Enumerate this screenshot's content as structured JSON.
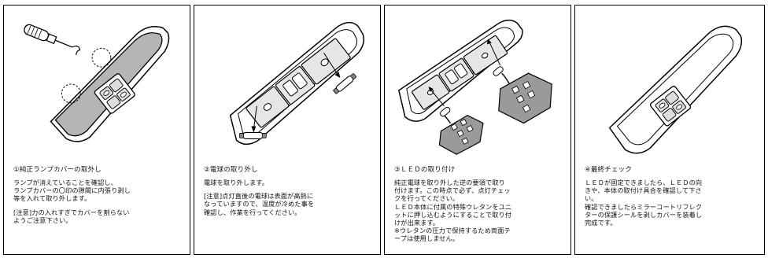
{
  "panels": [
    {
      "title": "①純正ランプカバーの取外し",
      "lines": [
        "ランプが消えていることを確認し、",
        "ランプカバーの〇印の隙間に内張り剥し",
        "等を入れて取り外します。"
      ],
      "note_lines": [
        "[注意]力の入れすぎでカバーを割らない",
        "ようご注意下さい。"
      ]
    },
    {
      "title": "②電球の取り外し",
      "lines": [
        "電球を取り外します。"
      ],
      "note_lines": [
        "[注意]点灯直後の電球は表面が高熱に",
        "なっていますので、温度が冷めた事を",
        "確認し、作業を行ってください。"
      ]
    },
    {
      "title": "③ＬＥＤの取り付け",
      "lines": [
        "純正電球を取り外した逆の要領で取り",
        "付けます。この時点で必ず、点灯チェッ",
        "クを行ってください。",
        "ＬＥＤ本体に付属の特殊ウレタンをユニ",
        "ットに押し込むようにすることで取り付",
        "けが出来ます。",
        "※ウレタンの圧力で保持するため両面テ",
        "ープは使用しません。"
      ],
      "note_lines": []
    },
    {
      "title": "④最終チェック",
      "lines": [
        "ＬＥＤが固定できましたら、ＬＥＤの向",
        "きや、本体の取付け具合を確認して下さ",
        "い。",
        "確認できましたらミラーコートリフレク",
        "ターの保護シールを剥しカバーを装着し",
        "完成です。"
      ],
      "note_lines": []
    }
  ]
}
